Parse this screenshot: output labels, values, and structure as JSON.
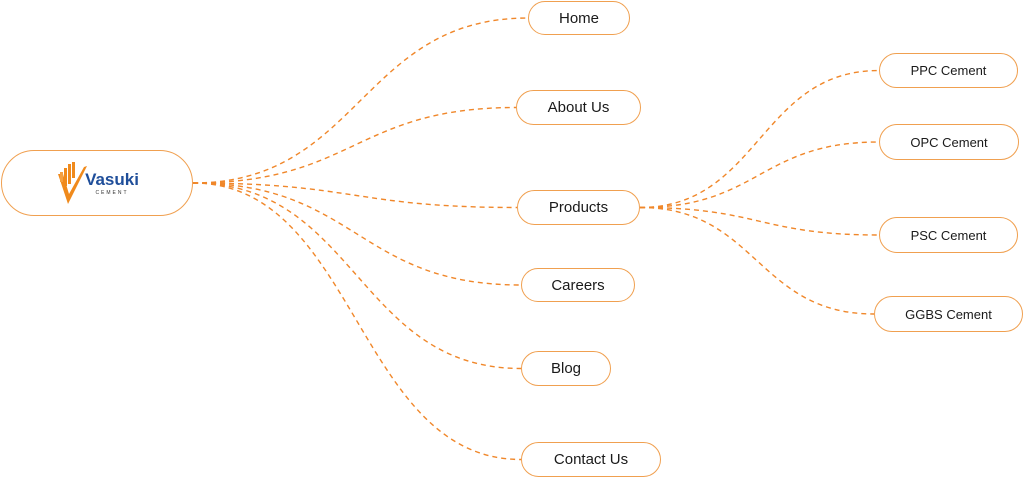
{
  "root": {
    "brand": "Vasuki",
    "tagline": "CEMENT",
    "logo_icon": "vasuki-v-logo-icon",
    "brand_color": "#1f4e9a",
    "logo_color": "#f08a1c"
  },
  "colors": {
    "connector": "#f0872a",
    "node_border": "#f0a050",
    "text": "#1a1a1a"
  },
  "menu": {
    "items": [
      {
        "label": "Home"
      },
      {
        "label": "About Us"
      },
      {
        "label": "Products"
      },
      {
        "label": "Careers"
      },
      {
        "label": "Blog"
      },
      {
        "label": "Contact Us"
      }
    ]
  },
  "products": {
    "items": [
      {
        "label": "PPC Cement"
      },
      {
        "label": "OPC Cement"
      },
      {
        "label": "PSC Cement"
      },
      {
        "label": "GGBS Cement"
      }
    ]
  }
}
